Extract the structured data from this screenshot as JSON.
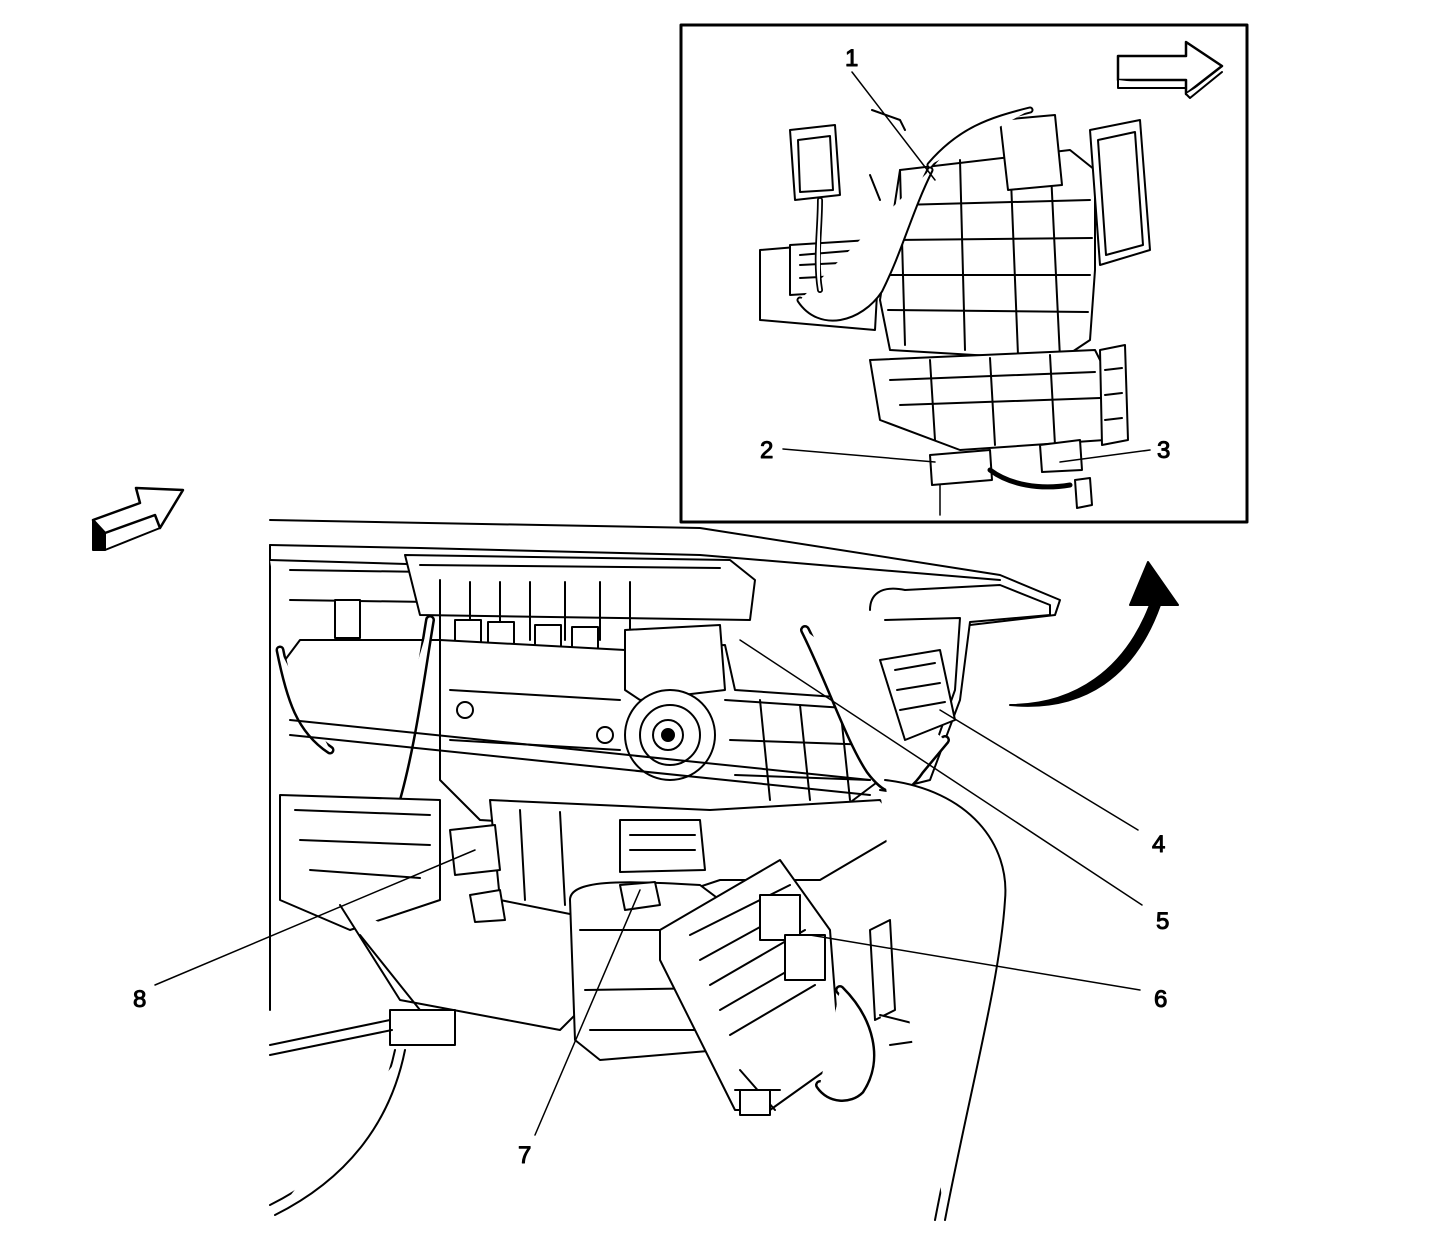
{
  "diagram": {
    "callouts": [
      {
        "id": "1",
        "label": "1"
      },
      {
        "id": "2",
        "label": "2"
      },
      {
        "id": "3",
        "label": "3"
      },
      {
        "id": "4",
        "label": "4"
      },
      {
        "id": "5",
        "label": "5"
      },
      {
        "id": "6",
        "label": "6"
      },
      {
        "id": "7",
        "label": "7"
      },
      {
        "id": "8",
        "label": "8"
      }
    ],
    "inset_panel": {
      "border_color": "#000000"
    },
    "colors": {
      "line": "#000000",
      "background": "#ffffff"
    }
  }
}
